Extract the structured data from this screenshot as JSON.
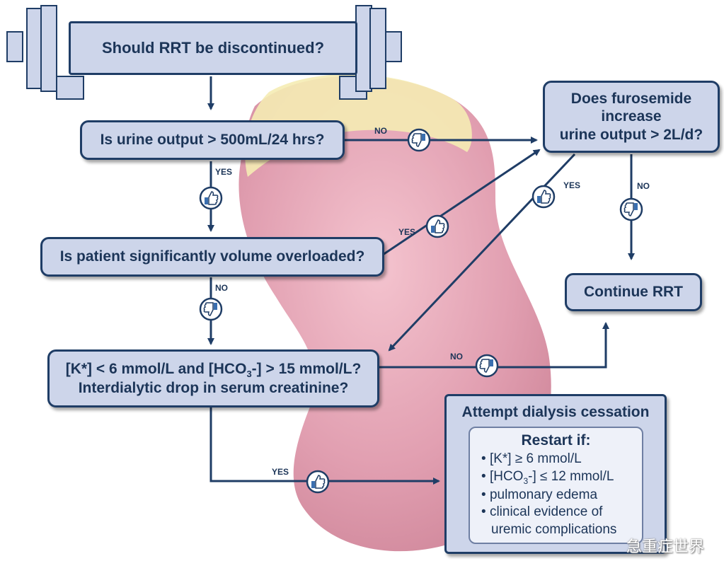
{
  "start": {
    "title": "Should RRT be discontinued?"
  },
  "nodes": {
    "urine_output": "Is urine output > 500mL/24 hrs?",
    "volume_overload": "Is patient significantly volume overloaded?",
    "labs_line1": "[K*] < 6 mmol/L and [HCO",
    "labs_line1_sub": "3",
    "labs_line1_rest": "-] > 15 mmol/L?",
    "labs_line2": "Interdialytic drop in serum creatinine?",
    "furosemide_line1": "Does furosemide",
    "furosemide_line2": "increase",
    "furosemide_line3": "urine output > 2L/d?",
    "continue_rrt": "Continue RRT",
    "cessation_title": "Attempt dialysis cessation"
  },
  "restart": {
    "title": "Restart if:",
    "items": [
      "[K*] ≥ 6 mmol/L",
      "[HCO",
      "pulmonary edema",
      "clinical evidence of uremic complications"
    ],
    "hco3_sub": "3",
    "hco3_rest": "-] ≤ 12 mmol/L"
  },
  "edge_labels": {
    "yes": "YES",
    "no": "NO"
  },
  "watermark": "急重症世界",
  "colors": {
    "box_fill": "#cdd5ea",
    "box_border": "#1f3d66",
    "arrow": "#1f3d66",
    "text": "#1c3558",
    "thumb_blue": "#3a6fb0",
    "kidney": "#d98aa0",
    "kidney_fat": "#f3e9a6"
  },
  "icons": {
    "up": "thumbs-up-icon",
    "down": "thumbs-down-icon",
    "filter": "dialyzer-icon",
    "kidney": "kidney-illustration"
  }
}
